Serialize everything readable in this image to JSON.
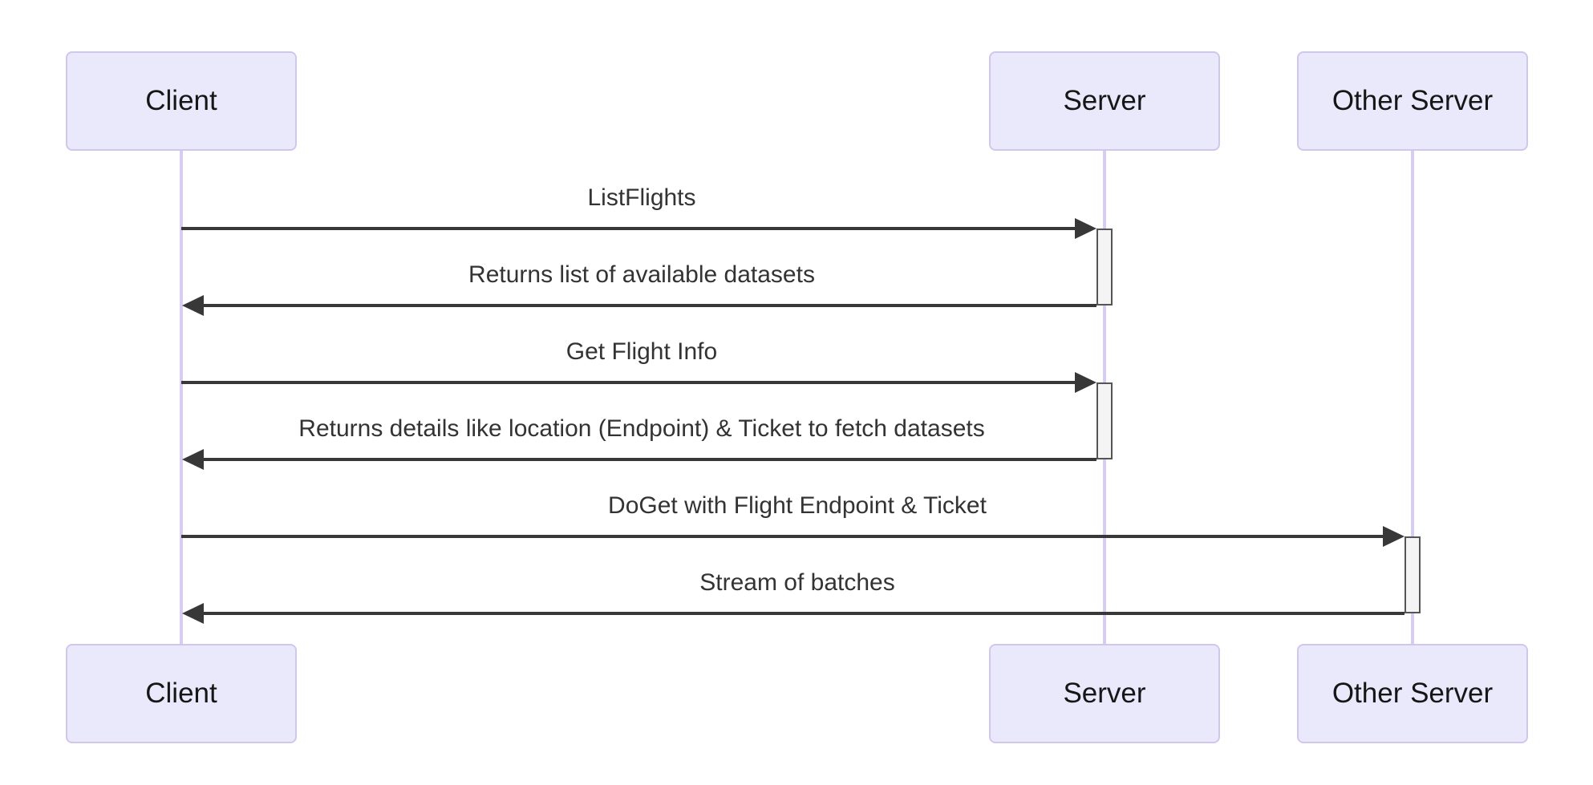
{
  "diagram": {
    "type": "sequence-diagram",
    "background": "#ffffff",
    "colors": {
      "background": "#ffffff",
      "actor-fill": "#EAE8FB",
      "actor-border": "#D1C7EB",
      "actor-text": "#161616",
      "lifeline": "#D7CCF2",
      "message-line": "#383838",
      "message-text": "#333333",
      "activation-fill": "#F4F4F4",
      "activation-border": "#555555"
    },
    "actors": [
      {
        "id": "client",
        "name": "Client"
      },
      {
        "id": "server",
        "name": "Server"
      },
      {
        "id": "other-server",
        "name": "Other Server"
      }
    ],
    "messages": [
      {
        "label": "ListFlights",
        "from": "Client",
        "to": "Server",
        "direction": "right"
      },
      {
        "label": "Returns list of available datasets",
        "from": "Server",
        "to": "Client",
        "direction": "left"
      },
      {
        "label": "Get Flight Info",
        "from": "Client",
        "to": "Server",
        "direction": "right"
      },
      {
        "label": "Returns details like location (Endpoint) & Ticket to fetch datasets",
        "from": "Server",
        "to": "Client",
        "direction": "left"
      },
      {
        "label": "DoGet with Flight Endpoint & Ticket",
        "from": "Client",
        "to": "Other Server",
        "direction": "right"
      },
      {
        "label": "Stream of batches",
        "from": "Other Server",
        "to": "Client",
        "direction": "left"
      }
    ]
  }
}
